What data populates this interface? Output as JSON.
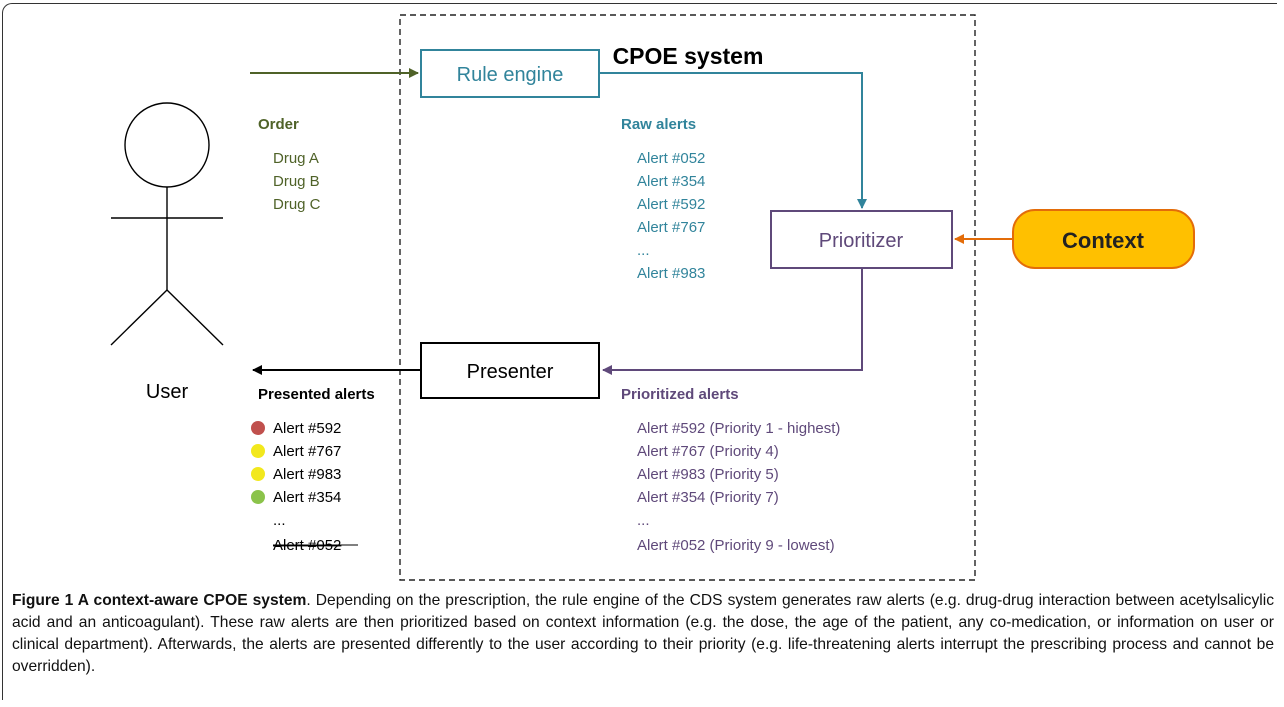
{
  "system_title": "CPOE system",
  "user_label": "User",
  "nodes": {
    "rule_engine": "Rule engine",
    "prioritizer": "Prioritizer",
    "presenter": "Presenter",
    "context": "Context"
  },
  "order": {
    "heading": "Order",
    "items": [
      "Drug A",
      "Drug B",
      "Drug C"
    ]
  },
  "raw_alerts": {
    "heading": "Raw alerts",
    "items": [
      "Alert #052",
      "Alert #354",
      "Alert #592",
      "Alert #767",
      "...",
      "Alert #983"
    ]
  },
  "prioritized_alerts": {
    "heading": "Prioritized alerts",
    "items": [
      "Alert #592 (Priority 1 - highest)",
      "Alert #767 (Priority 4)",
      "Alert #983 (Priority 5)",
      "Alert #354 (Priority 7)",
      "...",
      "Alert #052 (Priority 9 - lowest)"
    ]
  },
  "presented_alerts": {
    "heading": "Presented alerts",
    "items": [
      {
        "label": "Alert #592",
        "dot": "#c0504d",
        "strike": false
      },
      {
        "label": "Alert #767",
        "dot": "#f2e81d",
        "strike": false
      },
      {
        "label": "Alert #983",
        "dot": "#f2e81d",
        "strike": false
      },
      {
        "label": "Alert #354",
        "dot": "#8bc34a",
        "strike": false
      },
      {
        "label": "...",
        "dot": "",
        "strike": false
      },
      {
        "label": "Alert #052",
        "dot": "",
        "strike": true
      }
    ]
  },
  "caption": {
    "bold": "Figure 1 A context-aware CPOE system",
    "text": ". Depending on the prescription, the rule engine of the CDS system generates raw alerts (e.g. drug-drug interaction between acetylsalicylic acid and an anticoagulant). These raw alerts are then prioritized based on context information (e.g. the dose, the age of the patient, any co-medication, or information on user or clinical department). Afterwards, the alerts are presented differently to the user according to their priority (e.g. life-threatening alerts interrupt the prescribing process and cannot be overridden)."
  },
  "colors": {
    "order": "#4f6228",
    "raw": "#31849b",
    "prioritized": "#5f497a",
    "context_arrow": "#e36c09",
    "context_fill": "#ffc000",
    "context_stroke": "#e36c09",
    "presenter": "#000000"
  }
}
